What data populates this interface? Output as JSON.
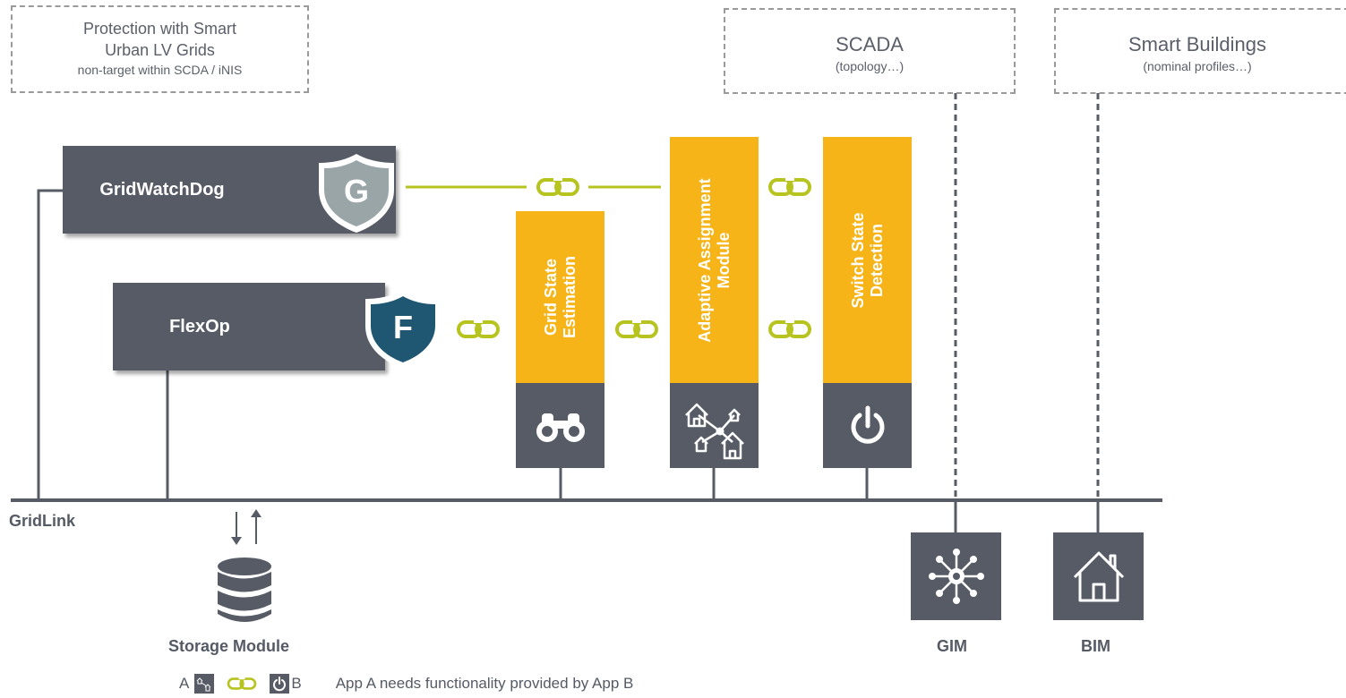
{
  "protection_box": {
    "line1": "Protection with Smart",
    "line2": "Urban LV Grids",
    "line3": "non-target within SCDA / iNIS"
  },
  "scada_box": {
    "title": "SCADA",
    "subtitle": "(topology…)"
  },
  "buildings_box": {
    "title": "Smart Buildings",
    "subtitle": "(nominal profiles…)"
  },
  "gridwatchdog": {
    "label": "GridWatchDog",
    "shield_letter": "G"
  },
  "flexop": {
    "label": "FlexOp",
    "shield_letter": "F"
  },
  "modules": {
    "grid_state": {
      "line1": "Grid State",
      "line2": "Estimation",
      "icon": "binoculars-icon"
    },
    "adaptive": {
      "line1": "Adaptive Assignment",
      "line2": "Module",
      "icon": "house-network-icon"
    },
    "switch_state": {
      "line1": "Switch State",
      "line2": "Detection",
      "icon": "power-icon"
    }
  },
  "gridlink_label": "GridLink",
  "storage_label": "Storage Module",
  "gim_label": "GIM",
  "bim_label": "BIM",
  "legend": {
    "a": "A",
    "b": "B",
    "text": "App A needs functionality provided by App B"
  },
  "colors": {
    "dark": "#565b66",
    "yellow": "#f6b418",
    "link_green": "#b7c31e",
    "shield_g": "#9aa5a8",
    "shield_f": "#1f5773"
  }
}
